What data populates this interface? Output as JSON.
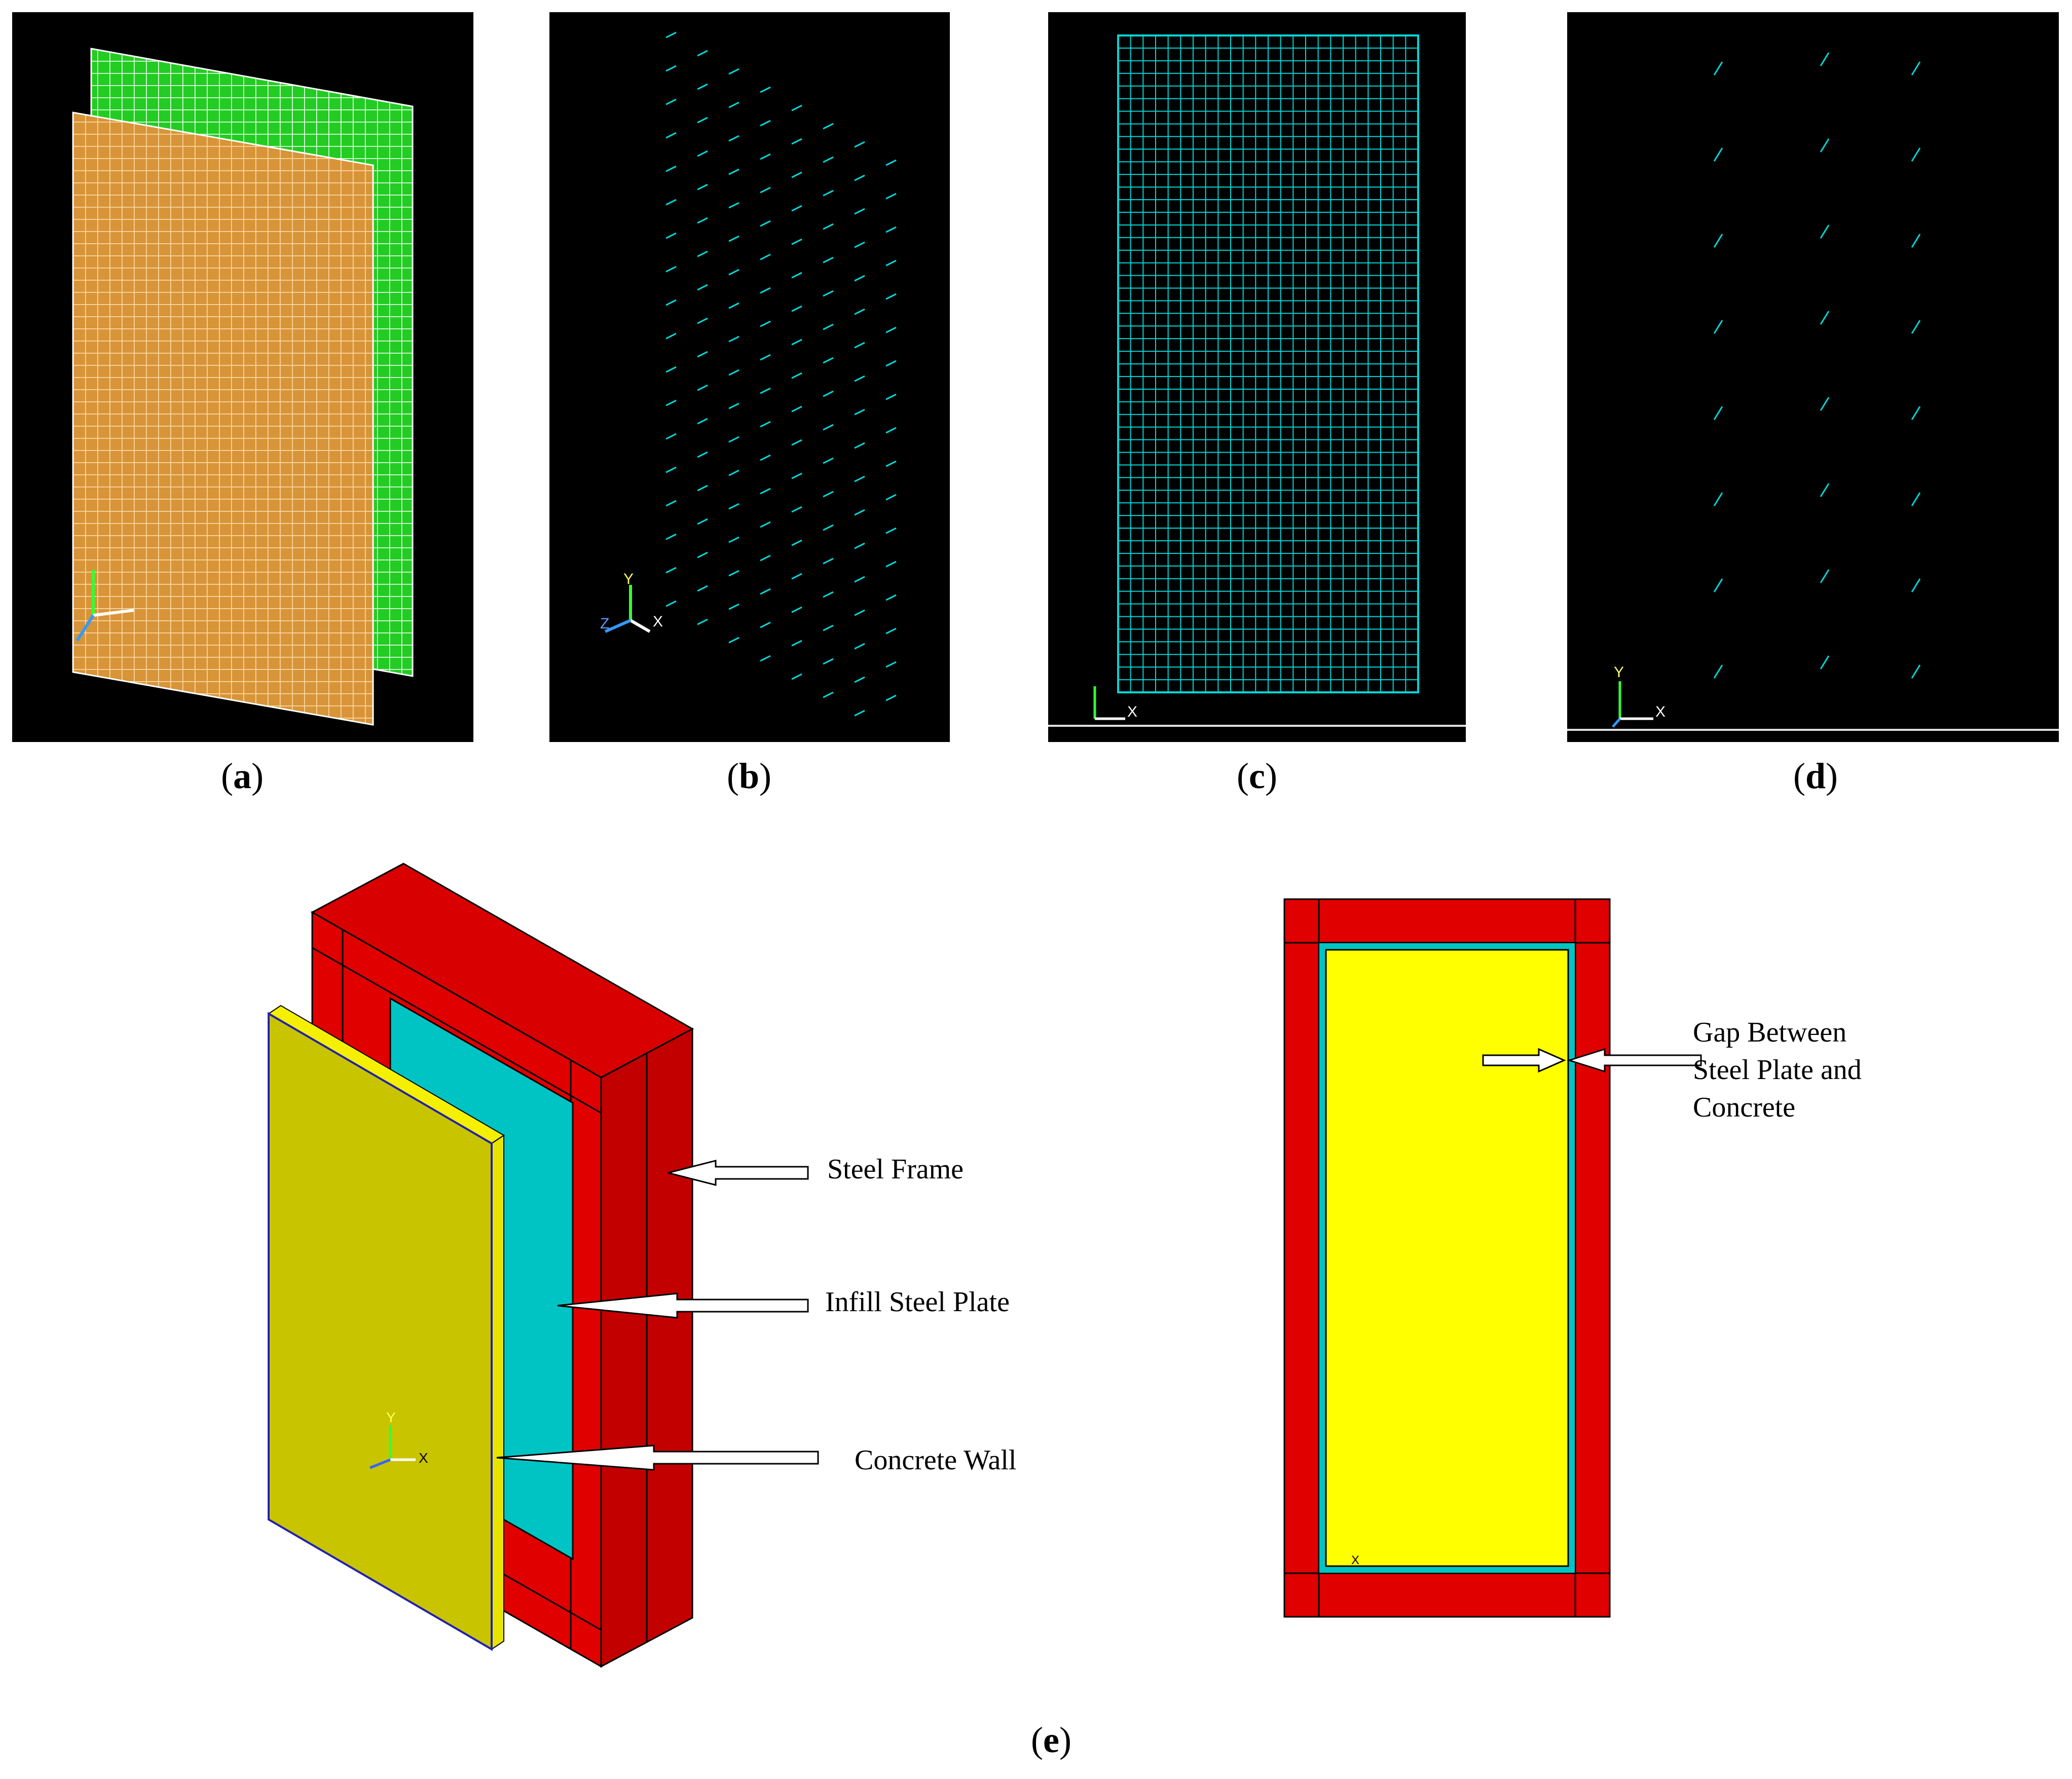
{
  "figure": {
    "panels": [
      {
        "id": "a",
        "caption_open": "(",
        "caption_letter": "a",
        "caption_close": ")",
        "view": "mesh-3d"
      },
      {
        "id": "b",
        "caption_open": "(",
        "caption_letter": "b",
        "caption_close": ")",
        "view": "link-elements-3d"
      },
      {
        "id": "c",
        "caption_open": "(",
        "caption_letter": "c",
        "caption_close": ")",
        "view": "mesh-front"
      },
      {
        "id": "d",
        "caption_open": "(",
        "caption_letter": "d",
        "caption_close": ")",
        "view": "link-elements-front"
      },
      {
        "id": "e",
        "caption_open": "(",
        "caption_letter": "e",
        "caption_close": ")",
        "view": "assembly"
      }
    ],
    "axis_labels": {
      "x": "X",
      "y": "Y",
      "z": "Z"
    },
    "annotations": {
      "steel_frame": "Steel Frame",
      "infill_steel_plate": "Infill Steel Plate",
      "concrete_wall": "Concrete Wall",
      "gap_line1": "Gap Between",
      "gap_line2": "Steel Plate and",
      "gap_line3": "Concrete"
    },
    "colors": {
      "background_panel": "#000000",
      "mesh_orange": "#e0a040",
      "mesh_green": "#22cc22",
      "mesh_cyan": "#00d8d8",
      "frame_red": "#e00000",
      "plate_cyan": "#00c4c4",
      "concrete_olive": "#c9c400",
      "concrete_yellow": "#ffff00"
    }
  }
}
